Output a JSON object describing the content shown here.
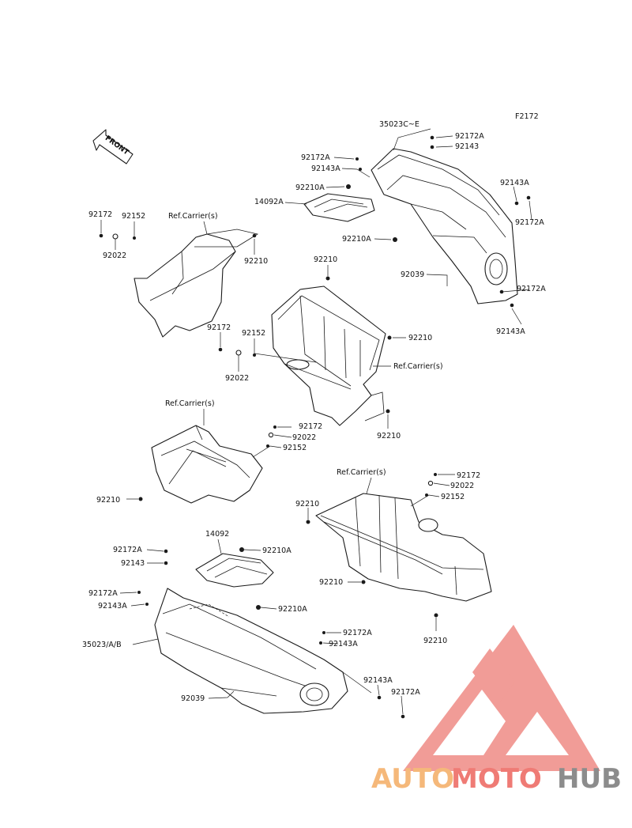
{
  "figure_id": "F2172",
  "front_label": "FRONT",
  "callouts": {
    "top_group": {
      "fender_c_e": "35023C~E",
      "n92172A_a": "92172A",
      "n92143_a": "92143",
      "n92172A_b": "92172A",
      "n92143A_a": "92143A",
      "n92210A_a": "92210A",
      "n14092A": "14092A",
      "n92210A_b": "92210A",
      "n92039_a": "92039",
      "n92143A_b": "92143A",
      "n92172A_c": "92172A",
      "n92172A_d": "92172A",
      "n92143A_c": "92143A"
    },
    "left_upper": {
      "n92172": "92172",
      "n92152": "92152",
      "n92022": "92022",
      "ref_carrier": "Ref.Carrier(s)",
      "n92210": "92210"
    },
    "center": {
      "n92210_top": "92210",
      "n92172": "92172",
      "n92152": "92152",
      "n92022": "92022",
      "n92210_right": "92210",
      "ref_carrier": "Ref.Carrier(s)",
      "n92210_bottom": "92210"
    },
    "left_middle": {
      "ref_carrier": "Ref.Carrier(s)",
      "n92172": "92172",
      "n92022": "92022",
      "n92152": "92152",
      "n92210": "92210"
    },
    "right_middle": {
      "ref_carrier": "Ref.Carrier(s)",
      "n92172": "92172",
      "n92022": "92022",
      "n92152": "92152",
      "n92210_a": "92210",
      "n92210_b": "92210",
      "n92210_c": "92210"
    },
    "bottom_group": {
      "n14092": "14092",
      "n92172A_a": "92172A",
      "n92210A_a": "92210A",
      "n92143": "92143",
      "n92172A_b": "92172A",
      "n92143A_a": "92143A",
      "n92210A_b": "92210A",
      "fender_a_b": "35023/A/B",
      "n92172A_c": "92172A",
      "n92143A_b": "92143A",
      "n92039": "92039",
      "n92143A_c": "92143A",
      "n92172A_d": "92172A"
    }
  },
  "watermark": {
    "part1": "AUTO",
    "part2": "MOTO",
    "part3": "HUB",
    "color_orange": "#f5b87a",
    "color_red": "#ef7b75",
    "color_gray": "#8c8c8c"
  }
}
